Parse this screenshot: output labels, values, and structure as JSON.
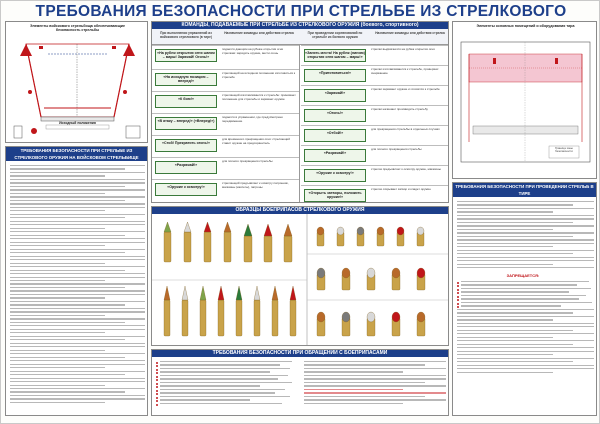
{
  "title": "ТРЕБОВАНИЯ БЕЗОПАСНОСТИ ПРИ СТРЕЛЬБЕ ИЗ СТРЕЛКОВОГО ОРУЖИЯ",
  "range_left": {
    "caption": "Элементы войскового стрельбища обеспечивающие безопасность стрельбы",
    "start_label": "Исходный положения"
  },
  "commands": {
    "header": "КОМАНДЫ, ПОДАВАЕМЫЕ ПРИ СТРЕЛЬБЕ ИЗ СТРЕЛКОВОГО ОРУЖИЯ (боевого, спортивного)",
    "col1": "При выполнении упражнений из войскового стрелкового (в тире)",
    "col2": "Назначение команды или действия стрелка",
    "col3": "При проведении соревнований по стрельбе из боевого оружия",
    "col4": "Назначение команды или действия стрелка",
    "left": [
      {
        "cmd": "«На рубеж открытия огня шагом – марш! Заряжай! Огонь!»",
        "desc": "подается дающим на рубеже открытия огня стрелкам: зарядить оружие, вести огонь"
      },
      {
        "cmd": "«На исходную позицию – вперед!»",
        "desc": "стреляющий на исходном положении изготовиться к стрельбе"
      },
      {
        "cmd": "«К бою!»",
        "desc": "стреляющий изготавливается к стрельбе: принимает положение для стрельбы и заряжает оружие"
      },
      {
        "cmd": "«В атаку – вперед!» («Вперед!»)",
        "desc": "подается в упражнении, где предусмотрено передвижение"
      },
      {
        "cmd": "«Стой! Прекратить огонь!»",
        "desc": "для временного прекращения огня: стреляющий ставит оружие на предохранитель"
      },
      {
        "cmd": "«Разряжай!»",
        "desc": "для полного прекращения стрельбы"
      },
      {
        "cmd": "«Оружие к осмотру!»",
        "desc": "стреляющий предъявляет к осмотру патронник, магазины (кассеты), патроны"
      }
    ],
    "right": [
      {
        "cmd": "«Занять места! На рубеж (линию) открытия огня шагом – марш!»",
        "desc": "стрелки выдвигаются на рубеж открытия огня"
      },
      {
        "cmd": "«Приготовиться!»",
        "desc": "стрелки изготавливаются к стрельбе, проверяют снаряжение"
      },
      {
        "cmd": "«Заряжай!»",
        "desc": "стрелки заряжают оружие и готовятся к стрельбе"
      },
      {
        "cmd": "«Огонь!»",
        "desc": "стрелки начинают производить стрельбу"
      },
      {
        "cmd": "«Отбой!»",
        "desc": "для прекращения стрельбы в отдельных случаях"
      },
      {
        "cmd": "«Разряжай!»",
        "desc": "для полного прекращения стрельбы"
      },
      {
        "cmd": "«Оружие к осмотру!»",
        "desc": "стрелок предъявляет к осмотру оружие, магазины"
      },
      {
        "cmd": "«Открыть затворы, положить оружие!»",
        "desc": "стрелок открывает затвор и кладет оружие"
      }
    ]
  },
  "range_right": {
    "caption": "Элементы основных помещений и оборудования тира",
    "zone_label": "Граница зоны безопасности"
  },
  "ammo": {
    "header": "ОБРАЗЦЫ БОЕПРИПАСОВ СТРЕЛКОВОГО ОРУЖИЯ"
  },
  "left_rules": {
    "header": "ТРЕБОВАНИЯ БЕЗОПАСНОСТИ ПРИ СТРЕЛЬБЕ ИЗ СТРЕЛКОВОГО ОРУЖИЯ НА ВОЙСКОВОМ СТРЕЛЬБИЩЕ"
  },
  "right_rules": {
    "header": "ТРЕБОВАНИЯ БЕЗОПАСНОСТИ ПРИ ПРОВЕДЕНИИ СТРЕЛЬБ В ТИРЕ",
    "forbidden": "ЗАПРЕЩАЕТСЯ:"
  },
  "handling": {
    "header": "ТРЕБОВАНИЯ БЕЗОПАСНОСТИ ПРИ ОБРАЩЕНИИ С БОЕПРИПАСАМИ"
  }
}
